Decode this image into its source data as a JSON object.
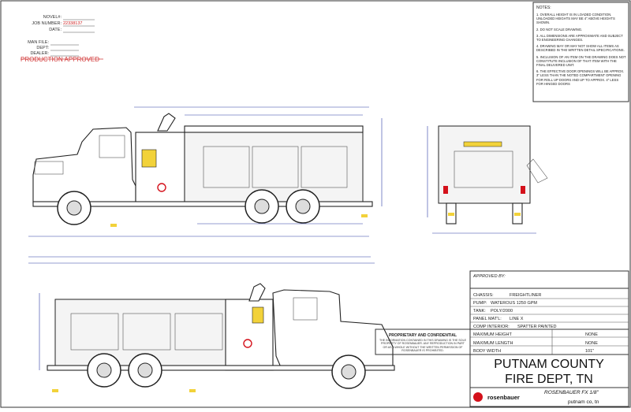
{
  "header": {
    "labels": [
      "NOVEL#:",
      "JOB NUMBER:",
      "DATE:",
      "MAN FILE:",
      "DEPT:",
      "DEALER:"
    ],
    "job_number": "22338137",
    "production_stamp": "PRODUCTION APPROVED"
  },
  "notes": {
    "title": "NOTES:",
    "items": [
      "1. OVERALL HEIGHT IS IN LOADED CONDITION. UNLOADED HEIGHTS MAY BE 4\" ABOVE HEIGHTS SHOWN.",
      "2. DO NOT SCALE DRAWING.",
      "3. ALL DIMENSIONS ARE APPROXIMATE AND SUBJECT TO ENGINEERING CHANGES.",
      "4. DRAWING MAY OR MAY NOT SHOW ALL ITEMS AS DESCRIBED IN THE WRITTEN DETAIL SPECIFICATIONS.",
      "5. INCLUSION OF AN ITEM ON THE DRAWING DOES NOT CONSTITUTE INCLUSION OF THAT ITEM WITH THE FINAL DELIVERED UNIT.",
      "6. THE EFFECTIVE DOOR OPENINGS WILL BE APPROX. 3\" LESS THAN THE NOTED COMPARTMENT OPENING FOR ROLL UP DOORS AND UP TO APPROX. 4\" LESS FOR HINGED DOORS"
    ]
  },
  "approved_by_label": "APPROVED BY:",
  "specs": [
    {
      "label": "CHASSIS:",
      "value": "FREIGHTLINER"
    },
    {
      "label": "PUMP:",
      "value": "WATEROUS 1250 GPM"
    },
    {
      "label": "TANK:",
      "value": "POLY/2000"
    },
    {
      "label": "PANEL MAT'L:",
      "value": "LINE X"
    },
    {
      "label": "COMP INTERIOR:",
      "value": "SPATTER PAINTED"
    }
  ],
  "maximums": [
    {
      "label": "MAXIMUM HEIGHT",
      "value": "NONE"
    },
    {
      "label": "MAXIMUM LENGTH",
      "value": "NONE"
    },
    {
      "label": "BODY WIDTH",
      "value": "101\""
    }
  ],
  "customer": {
    "line1": "PUTNAM COUNTY",
    "line2": "FIRE DEPT, TN"
  },
  "proprietary": {
    "title": "PROPRIETARY AND CONFIDENTIAL",
    "text": "THE INFORMATION CONTAINED IN THIS DRAWING IS THE SOLE PROPERTY OF ROSENBAUER. ANY REPRODUCTION IN PART OR AS A WHOLE WITHOUT THE WRITTEN PERMISSION OF ROSENBAUER IS PROHIBITED."
  },
  "brand": {
    "logo_text": "rosenbauer",
    "model": "ROSENBAUER FX 1/8\"",
    "footer": "putnam co, tn"
  },
  "colors": {
    "dimension_blue": "#2b3aa6",
    "stamp_red": "#d23a3a",
    "accent_yellow": "#f2d23a",
    "brand_red": "#d4111b"
  }
}
